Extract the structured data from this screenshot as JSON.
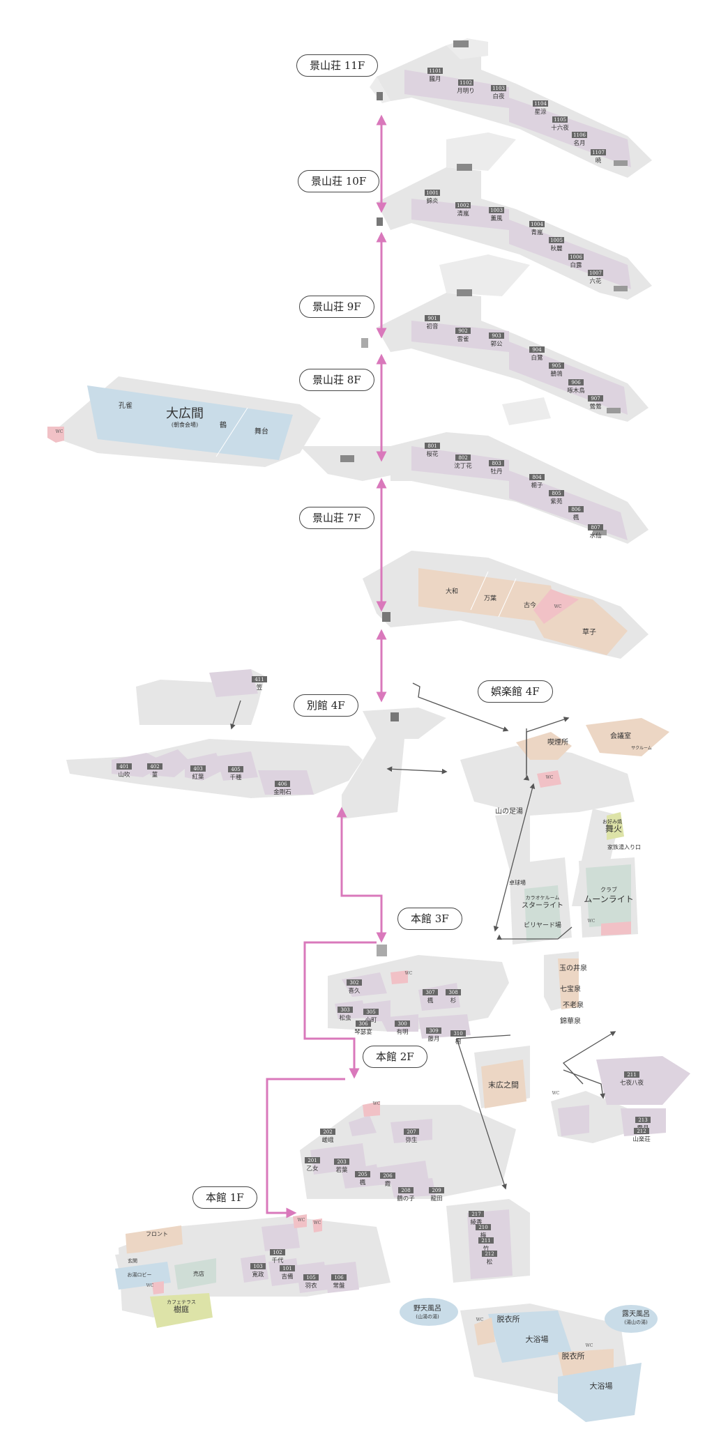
{
  "floors": {
    "keizan11": "景山荘 11F",
    "keizan10": "景山荘 10F",
    "keizan9": "景山荘 9F",
    "keizan8": "景山荘 8F",
    "keizan7": "景山荘 7F",
    "bekkan4": "別館 4F",
    "gorakukan4": "娯楽館 4F",
    "honkan3": "本館 3F",
    "honkan2": "本館 2F",
    "honkan1": "本館 1F"
  },
  "rooms": {
    "f11": [
      [
        "1101",
        "朧月"
      ],
      [
        "1102",
        "月明り"
      ],
      [
        "1103",
        "白夜"
      ],
      [
        "1104",
        "星涼"
      ],
      [
        "1105",
        "十六夜"
      ],
      [
        "1106",
        "名月"
      ],
      [
        "1107",
        "暁"
      ]
    ],
    "f10": [
      [
        "1001",
        "錦炎"
      ],
      [
        "1002",
        "清嵐"
      ],
      [
        "1003",
        "薫風"
      ],
      [
        "1004",
        "青嵐"
      ],
      [
        "1005",
        "秋麗"
      ],
      [
        "1006",
        "白露"
      ],
      [
        "1007",
        "六花"
      ]
    ],
    "f9": [
      [
        "901",
        "初音"
      ],
      [
        "902",
        "雲雀"
      ],
      [
        "903",
        "郭公"
      ],
      [
        "904",
        "白鷺"
      ],
      [
        "905",
        "鶺鴒"
      ],
      [
        "906",
        "啄木鳥"
      ],
      [
        "907",
        "鶯鶯"
      ]
    ],
    "f8": [
      [
        "801",
        "桜花"
      ],
      [
        "802",
        "沈丁花"
      ],
      [
        "803",
        "牡丹"
      ],
      [
        "804",
        "梔子"
      ],
      [
        "805",
        "紫苑"
      ],
      [
        "806",
        "楓"
      ],
      [
        "807",
        "水仙"
      ]
    ],
    "bekkan": [
      [
        "411",
        "笠"
      ],
      [
        "401",
        "山吹"
      ],
      [
        "402",
        "菫"
      ],
      [
        "403",
        "紅葉"
      ],
      [
        "405",
        "千種"
      ],
      [
        "406",
        "金剛石"
      ]
    ],
    "honkan3": [
      [
        "302",
        "喜久"
      ],
      [
        "303",
        "松虫"
      ],
      [
        "305",
        "小町"
      ],
      [
        "306",
        "琴瑟宴"
      ],
      [
        "300",
        "有明"
      ],
      [
        "307",
        "楓"
      ],
      [
        "308",
        "杉"
      ],
      [
        "309",
        "藤月"
      ],
      [
        "310",
        "樹"
      ]
    ],
    "honkan2": [
      [
        "202",
        "嵯峨"
      ],
      [
        "207",
        "弥生"
      ],
      [
        "201",
        "乙女"
      ],
      [
        "203",
        "若葉"
      ],
      [
        "205",
        "楓"
      ],
      [
        "206",
        "霞"
      ],
      [
        "208",
        "鶴の子"
      ],
      [
        "209",
        "龍田"
      ]
    ],
    "annex": [
      [
        "211",
        "七夜八夜"
      ],
      [
        "213",
        "露月"
      ],
      [
        "212",
        "山楽荘"
      ],
      [
        "217",
        "綾香"
      ],
      [
        "210",
        "梅"
      ],
      [
        "211",
        "竹"
      ],
      [
        "212",
        "松"
      ]
    ],
    "honkan1": [
      [
        "102",
        "千代"
      ],
      [
        "103",
        "寛政"
      ],
      [
        "101",
        "吉備"
      ],
      [
        "105",
        "羽衣"
      ],
      [
        "106",
        "常盤"
      ]
    ]
  },
  "halls": {
    "daihiroma": "大広間",
    "daihiroma_sub": "(朝食会場)",
    "komin": "孔雀",
    "tsuru": "鶴",
    "butai": "舞台",
    "yamato": "大和",
    "manyo": "万葉",
    "kokin": "古今",
    "soshi": "草子",
    "kaigishitsu": "会議室",
    "sakuroom": "サクルーム",
    "kissaten": "喫煙所",
    "yamanoashi": "山の足湯",
    "hanabi": "舞火",
    "hanabi_sub": "お好み焼",
    "kazoku": "家族湯入り口",
    "club": "クラブ",
    "moonlight": "ムーンライト",
    "pingpong": "卓球場",
    "karaoke": "カラオケルーム",
    "starlight": "スターライト",
    "billiards": "ビリヤード場",
    "tamanoi": "玉の井泉",
    "nanahou": "七宝泉",
    "furou": "不老泉",
    "kinjo": "錦華泉",
    "suehiro": "末広之間",
    "datsuijo1": "脱衣所",
    "datsuijo2": "脱衣所",
    "daiyokujo1": "大浴場",
    "daiyokujo2": "大浴場",
    "noten1": "野天風呂",
    "noten1_sub": "(山湯の湯)",
    "roten2": "露天風呂",
    "roten2_sub": "(湯山の湯)",
    "front": "フロント",
    "genkan": "玄関",
    "lobby": "お湯ロビー",
    "shop": "売店",
    "cafe": "カフェテラス",
    "jukutei": "樹庭",
    "toilet": "WC"
  },
  "colors": {
    "floor": "#e6e6e6",
    "guestroom": "#ddd3df",
    "banquet": "#ecd6c4",
    "water": "#c9dce8",
    "toilet": "#f1c1c6",
    "club": "#cfddd6",
    "garden": "#dde3a8",
    "arrow_pink": "#d978bb",
    "arrow_dark": "#555555"
  }
}
